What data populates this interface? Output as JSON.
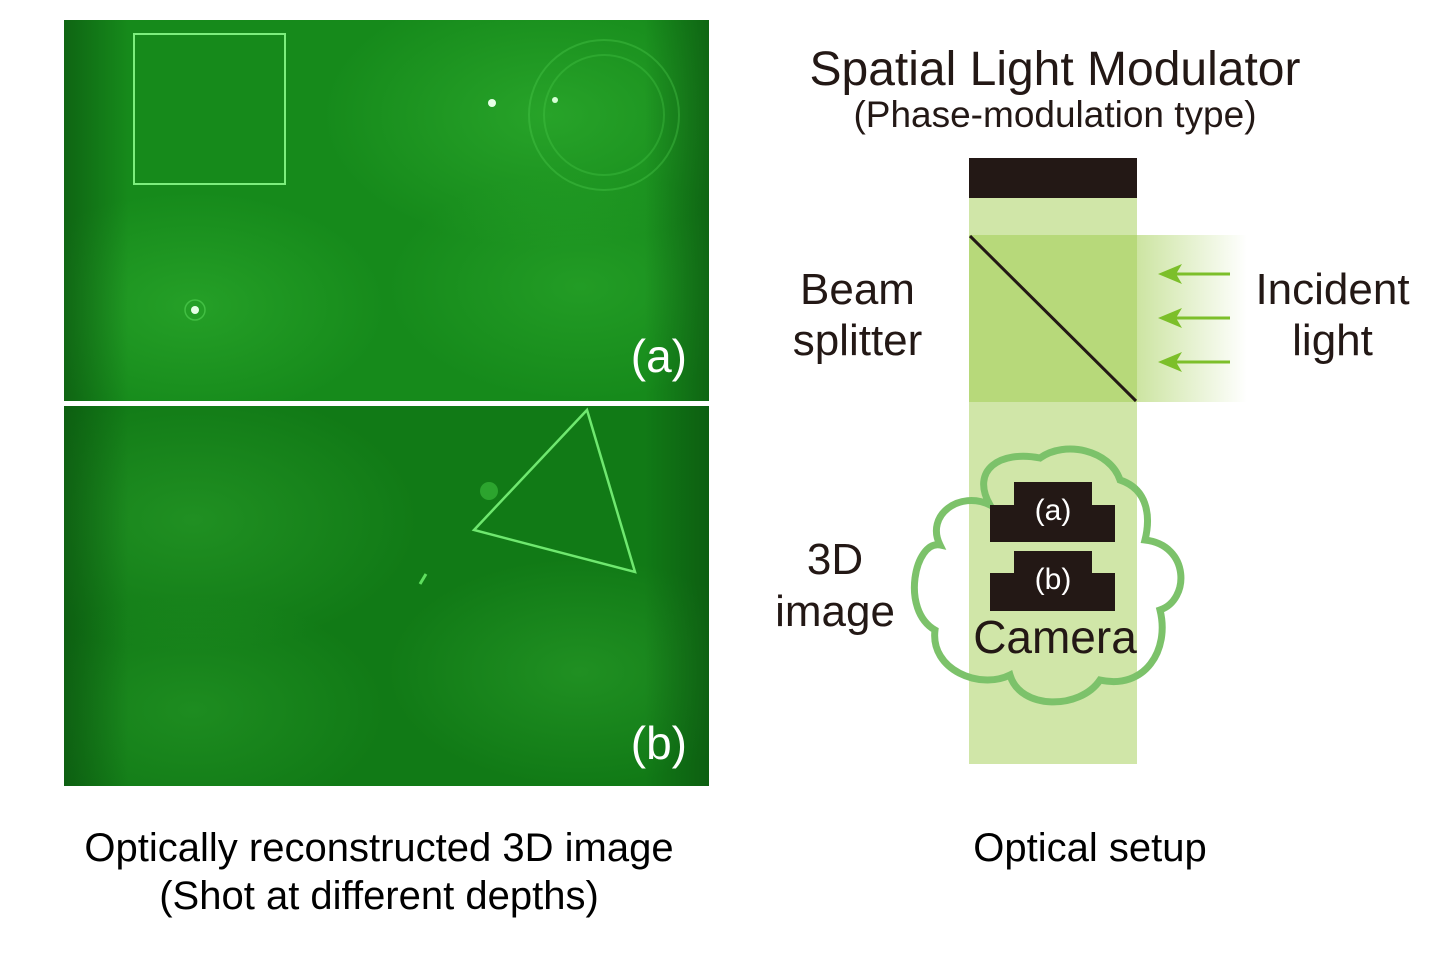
{
  "left_panel": {
    "photos": [
      {
        "label": "(a)",
        "shapes": [
          "square outline",
          "bright point (upper right)",
          "bright point (upper right 2)",
          "bright point (lower left)"
        ]
      },
      {
        "label": "(b)",
        "shapes": [
          "triangle outline"
        ]
      }
    ],
    "caption_line1": "Optically reconstructed 3D image",
    "caption_line2": "(Shot at different depths)"
  },
  "right_panel": {
    "title": "Spatial Light Modulator",
    "subtitle": "(Phase-modulation type)",
    "beam_splitter_line1": "Beam",
    "beam_splitter_line2": "splitter",
    "incident_line1": "Incident",
    "incident_line2": "light",
    "image3d_line1": "3D",
    "image3d_line2": "image",
    "camera_a_label": "(a)",
    "camera_b_label": "(b)",
    "camera_label": "Camera",
    "caption": "Optical setup"
  },
  "colors": {
    "slm_block": "#231815",
    "beam_light": "#d0e6a8",
    "splitter": "#b7d97a",
    "arrow": "#7cbf2a",
    "cloud_outline": "#7cc26a",
    "photo_green": "#1a8a1f"
  }
}
